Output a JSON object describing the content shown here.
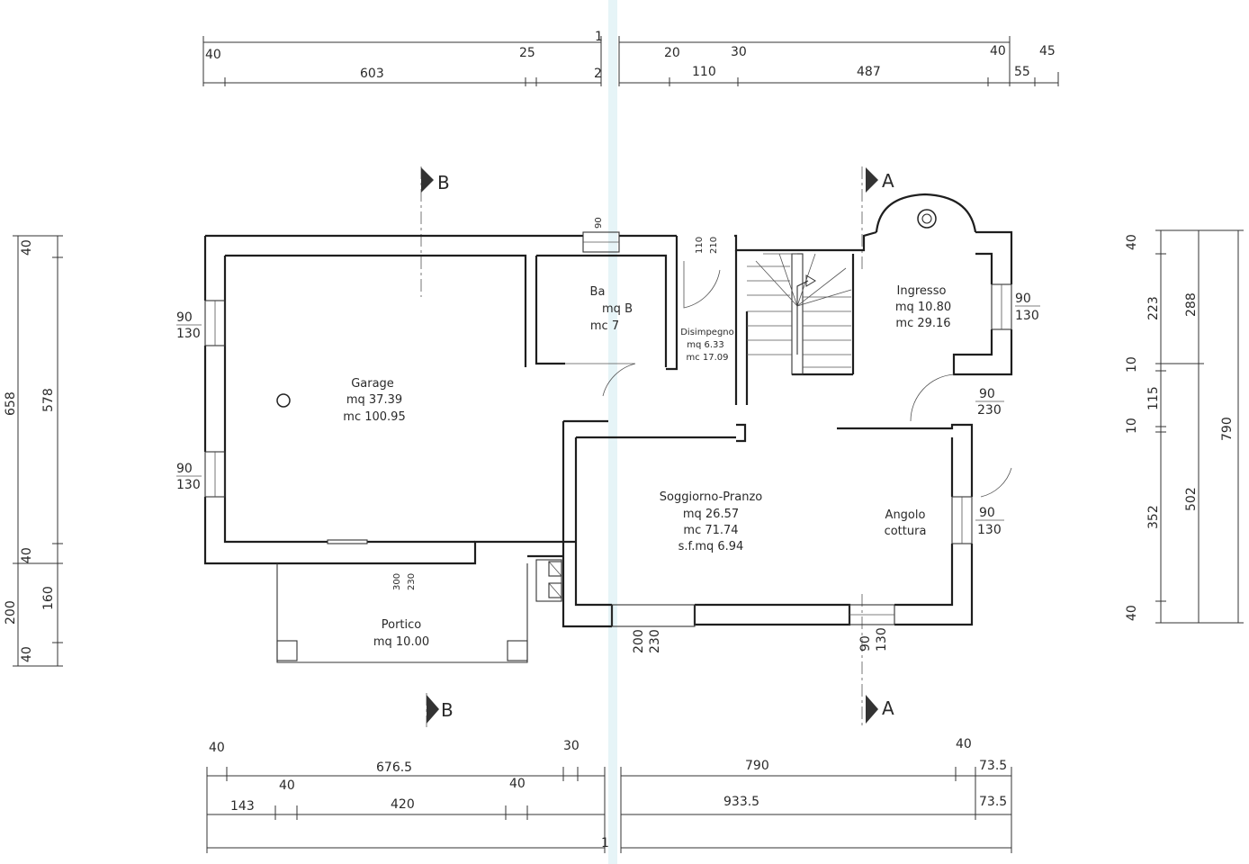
{
  "dimensions": {
    "top_row1": [
      "40",
      "25",
      "1",
      "20",
      "30",
      "40",
      "45"
    ],
    "top_row2": [
      "603",
      "2",
      "110",
      "487",
      "55"
    ],
    "bottom_row1": [
      "40",
      "30",
      "40"
    ],
    "bottom_row2": [
      "676.5",
      "790",
      "73.5"
    ],
    "bottom_row3": [
      "40",
      "40"
    ],
    "bottom_row4": [
      "143",
      "420",
      "933.5",
      "73.5"
    ],
    "bottom_marker": "1",
    "left_outer": [
      "658",
      "200"
    ],
    "left_inner": [
      "40",
      "578",
      "40",
      "160",
      "40"
    ],
    "right_outer": [
      "790"
    ],
    "right_mid": [
      "288",
      "502"
    ],
    "right_inner": [
      "40",
      "223",
      "10",
      "115",
      "10",
      "352",
      "40"
    ],
    "window_labels": [
      {
        "w": "90",
        "h": "130"
      },
      {
        "w": "90",
        "h": "130"
      },
      {
        "w": "90",
        "h": "130"
      },
      {
        "w": "90",
        "h": "230"
      },
      {
        "w": "90",
        "h": "130"
      }
    ],
    "door_labels": [
      "90",
      "110",
      "210",
      "300",
      "230",
      "200",
      "230",
      "90",
      "130"
    ]
  },
  "sections": {
    "b": "B",
    "a": "A"
  },
  "rooms": {
    "garage": {
      "name": "Garage",
      "area": "mq 37.39",
      "volume": "mc 100.95"
    },
    "bagno": {
      "name": "Ba",
      "area": "mq B",
      "volume": "mc 7"
    },
    "disimpegno": {
      "name": "Disimpegno",
      "area": "mq 6.33",
      "volume": "mc 17.09"
    },
    "ingresso": {
      "name": "Ingresso",
      "area": "mq 10.80",
      "volume": "mc 29.16"
    },
    "soggiorno": {
      "name": "Soggiorno-Pranzo",
      "area": "mq 26.57",
      "volume": "mc 71.74",
      "extra": "s.f.mq 6.94"
    },
    "cottura": {
      "line1": "Angolo",
      "line2": "cottura"
    },
    "portico": {
      "name": "Portico",
      "area": "mq 10.00"
    }
  }
}
